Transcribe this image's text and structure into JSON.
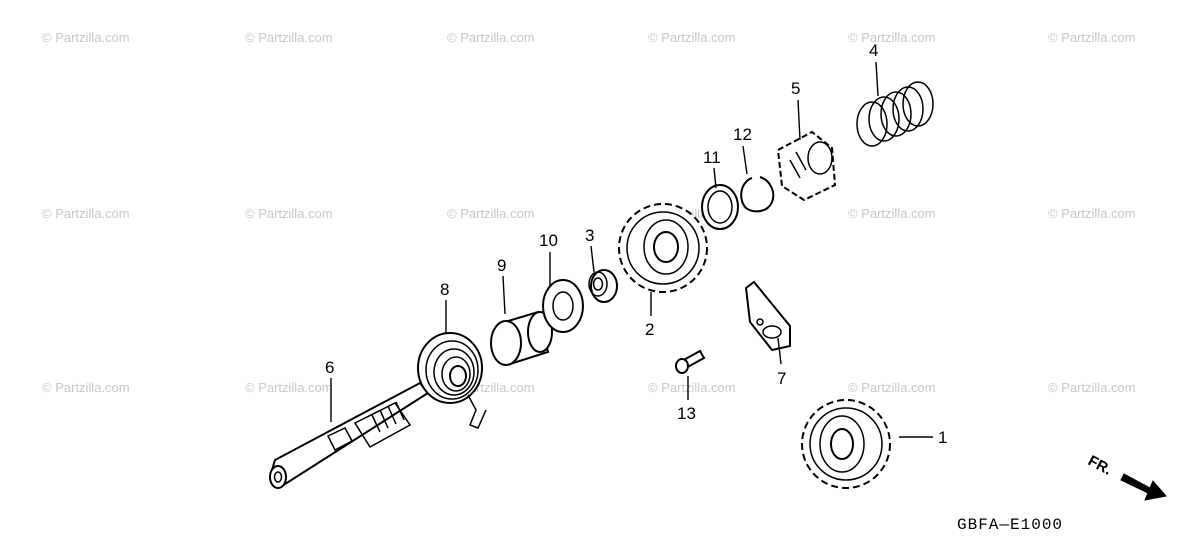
{
  "watermark": {
    "text": "© Partzilla.com"
  },
  "parts": [
    {
      "num": "1"
    },
    {
      "num": "2"
    },
    {
      "num": "3"
    },
    {
      "num": "4"
    },
    {
      "num": "5"
    },
    {
      "num": "6"
    },
    {
      "num": "7"
    },
    {
      "num": "8"
    },
    {
      "num": "9"
    },
    {
      "num": "10"
    },
    {
      "num": "11"
    },
    {
      "num": "12"
    },
    {
      "num": "13"
    }
  ],
  "diagram_code": "GBFA—E1000",
  "direction": {
    "label": "FR."
  },
  "colors": {
    "line": "#000000",
    "watermark": "#c8c8c8",
    "background": "#ffffff"
  }
}
